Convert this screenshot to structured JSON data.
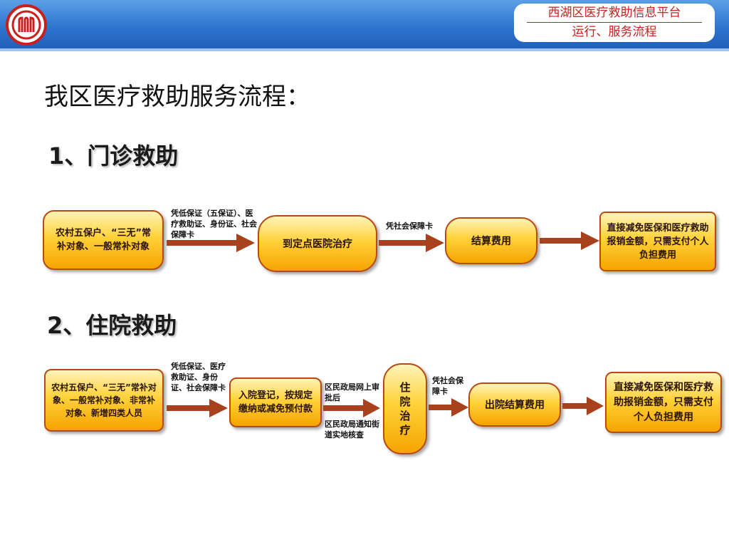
{
  "header": {
    "platform_title": "西湖区医疗救助信息平台",
    "platform_subtitle": "运行、服务流程"
  },
  "page_title": "我区医疗救助服务流程：",
  "section1": {
    "title": "1、门诊救助",
    "box_subjects": "农村五保户、“三无”常补对象、一般常补对象",
    "arrow1_note": "凭低保证（五保证）、医疗救助证、身份证、社会保障卡",
    "box_hospital": "到定点医院治疗",
    "arrow2_note": "凭社会保障卡",
    "box_settle": "结算费用",
    "box_result": "直接减免医保和医疗救助报销金额，只需支付个人负担费用"
  },
  "section2": {
    "title": "2、住院救助",
    "box_subjects": "农村五保户、“三无”常补对象、一般常补对象、非常补对象、新增四类人员",
    "arrow1_note": "凭低保证、医疗救助证、身份证、社会保障卡",
    "box_admit": "入院登记，按规定缴纳或减免预付款",
    "arrow2_note_top": "区民政局网上审批后",
    "arrow2_note_bottom": "区民政局通知街道实地核查",
    "box_stay": "住院治疗",
    "arrow3_note": "凭社会保障卡",
    "box_discharge": "出院结算费用",
    "box_result": "直接减免医保和医疗救助报销金额，只需支付个人负担费用"
  },
  "colors": {
    "header_blue": "#2f74cf",
    "box_fill": "#ffd23a",
    "box_border": "#b84a10",
    "arrow": "#a8421c",
    "platform_text": "#c8201e"
  },
  "icons": {
    "logo": "civil-affairs-emblem-icon"
  }
}
